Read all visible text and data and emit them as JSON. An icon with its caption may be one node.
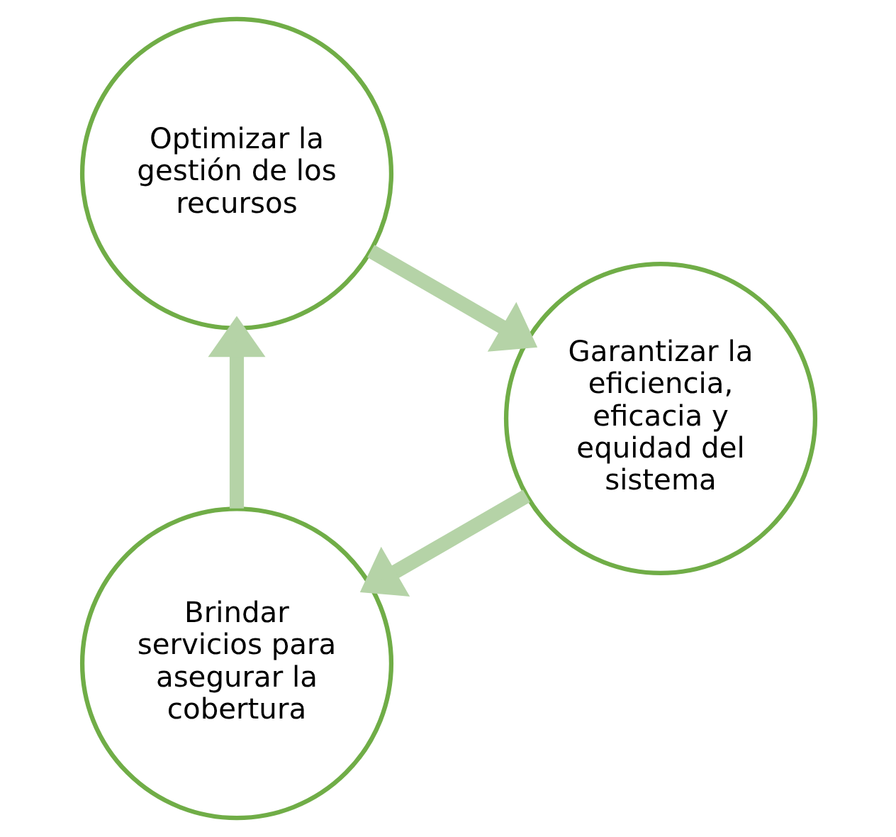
{
  "diagram": {
    "nodes": [
      {
        "text": [
          "Brindar servicios para asegurar la cobertura"
        ]
      },
      {
        "text": [
          "Optimizar la gestión de los recursos"
        ]
      },
      {
        "text": [
          "Garantizar la eficiencia, eficacia y equidad del sistema"
        ]
      }
    ],
    "edges": [
      {
        "from": 0,
        "to": 1,
        "arrow": "to"
      },
      {
        "from": 1,
        "to": 2,
        "arrow": "to"
      },
      {
        "from": 2,
        "to": 0,
        "arrow": "to"
      }
    ]
  }
}
